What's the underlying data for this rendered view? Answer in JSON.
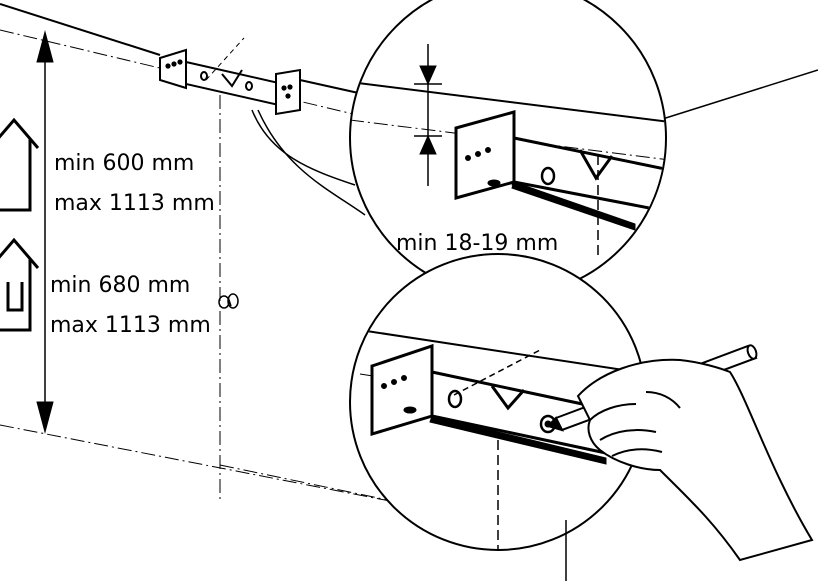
{
  "colors": {
    "ink": "#000000",
    "paper": "#ffffff"
  },
  "icons": [
    "house-icon",
    "house-icon",
    "screw-icon",
    "pencil-icon",
    "hand-icon",
    "bracket-icon"
  ],
  "labels": {
    "range_a_min": "min 600  mm",
    "range_a_max": "max 1113 mm",
    "range_b_min": "min 680 mm",
    "range_b_max": "max 1113 mm",
    "offset": "min 18-19 mm"
  }
}
